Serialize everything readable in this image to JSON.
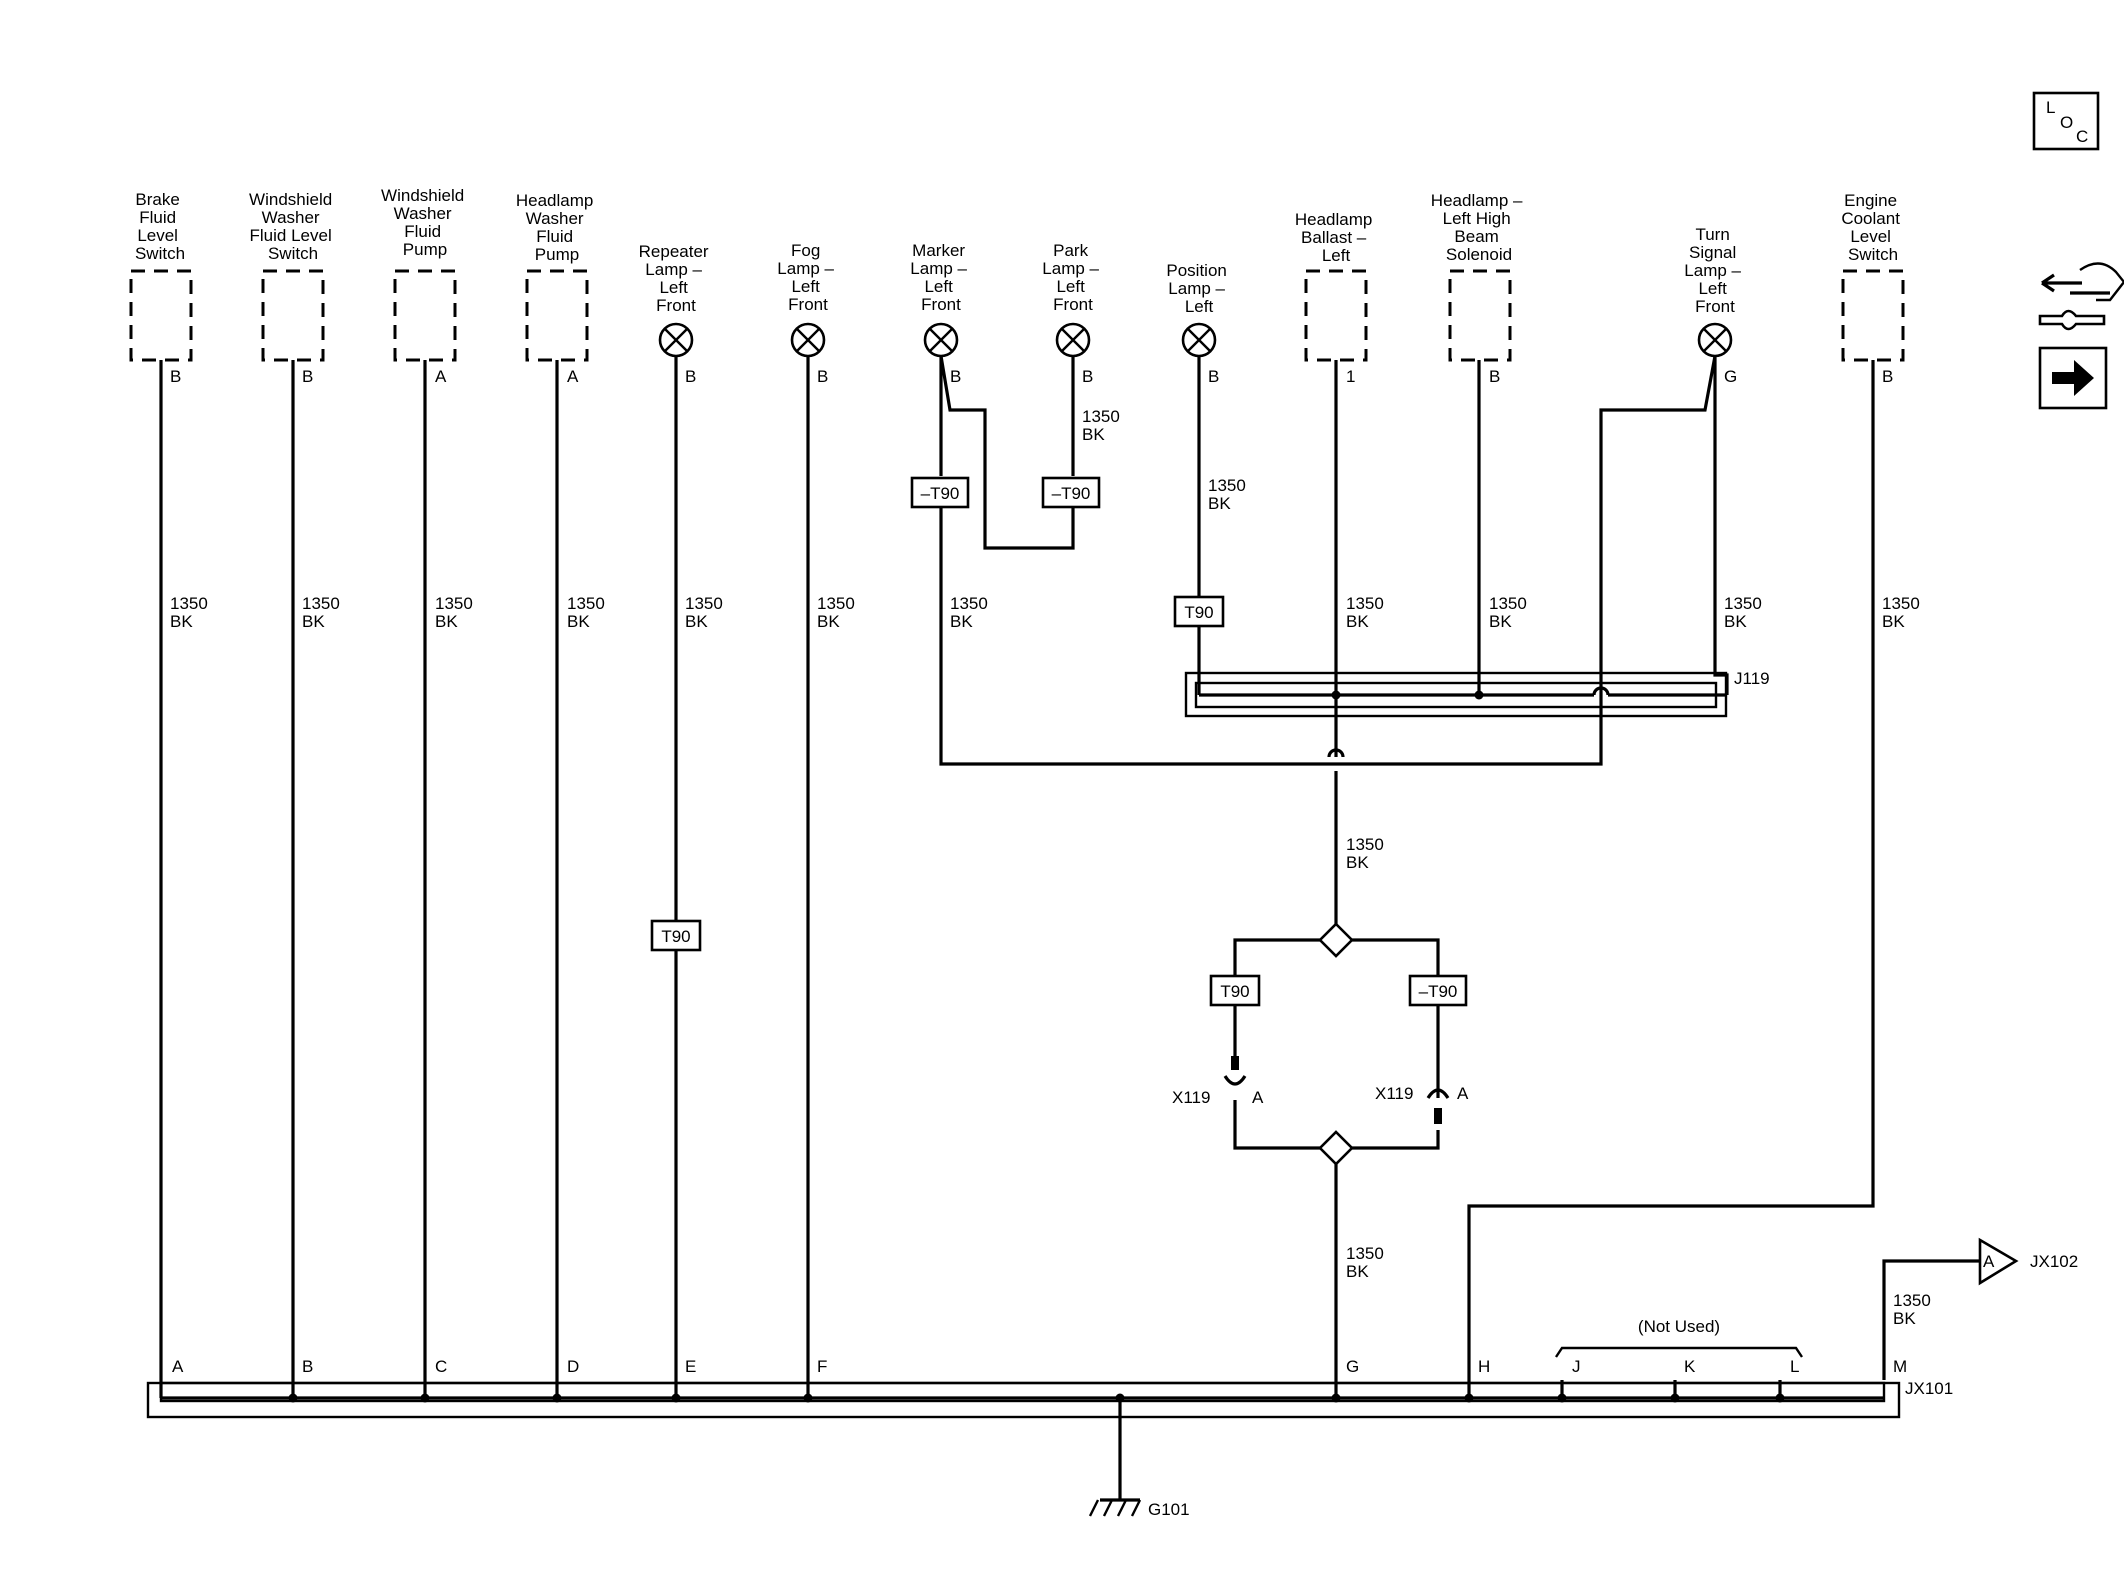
{
  "colors": {
    "ink": "#000000",
    "paper": "#ffffff"
  },
  "icons": {
    "loc": {
      "name": "loc-icon",
      "l": "L",
      "o": "O",
      "c": "C"
    },
    "connector_view": {
      "name": "connector-view-icon"
    },
    "next": {
      "name": "next-page-arrow-icon"
    }
  },
  "wire_label": {
    "gauge": "1350",
    "color": "BK"
  },
  "components": {
    "brake_fluid": [
      "Brake",
      "Fluid",
      "Level",
      "Switch"
    ],
    "ws_level": [
      "Windshield",
      "Washer",
      "Fluid Level",
      "Switch"
    ],
    "ws_pump": [
      "Windshield",
      "Washer",
      "Fluid",
      "Pump"
    ],
    "hl_pump": [
      "Headlamp",
      "Washer",
      "Fluid",
      "Pump"
    ],
    "repeater": [
      "Repeater",
      "Lamp –",
      "Left",
      "Front"
    ],
    "fog": [
      "Fog",
      "Lamp –",
      "Left",
      "Front"
    ],
    "marker": [
      "Marker",
      "Lamp –",
      "Left",
      "Front"
    ],
    "park": [
      "Park",
      "Lamp –",
      "Left",
      "Front"
    ],
    "position": [
      "Position",
      "Lamp –",
      "Left"
    ],
    "ballast": [
      "Headlamp",
      "Ballast –",
      "Left"
    ],
    "solenoid": [
      "Headlamp –",
      "Left High",
      "Beam",
      "Solenoid"
    ],
    "turn": [
      "Turn",
      "Signal",
      "Lamp –",
      "Left",
      "Front"
    ],
    "coolant": [
      "Engine",
      "Coolant",
      "Level",
      "Switch"
    ]
  },
  "top_pins": {
    "brake_fluid": "B",
    "ws_level": "B",
    "ws_pump": "A",
    "hl_pump": "A",
    "repeater": "B",
    "fog": "B",
    "marker": "B",
    "park": "B",
    "position": "B",
    "ballast": "1",
    "solenoid": "B",
    "turn": "G",
    "coolant": "B"
  },
  "options": {
    "t90": "T90",
    "not_t90": "–T90"
  },
  "splice_pack": {
    "name": "JX101",
    "pins": [
      "A",
      "B",
      "C",
      "D",
      "E",
      "F",
      "G",
      "H",
      "J",
      "K",
      "L",
      "M"
    ],
    "not_used": "(Not Used)"
  },
  "splice_j119": "J119",
  "connector_x119": {
    "name": "X119",
    "pin": "A"
  },
  "ground": "G101",
  "offpage": {
    "pin": "A",
    "ref": "JX102"
  }
}
